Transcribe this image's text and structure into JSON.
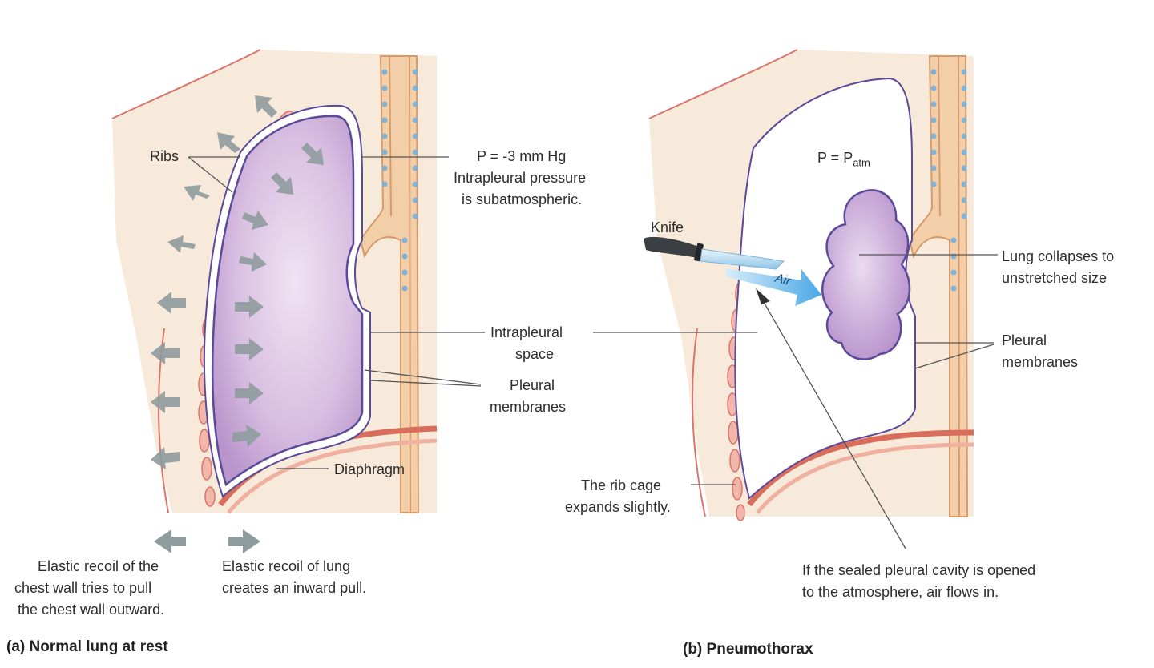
{
  "panel_a": {
    "caption": "(a) Normal lung at rest",
    "labels": {
      "ribs": "Ribs",
      "pressure": "P = -3 mm Hg",
      "pressure_desc_1": "Intrapleural pressure",
      "pressure_desc_2": "is subatmospheric.",
      "space_1": "Intrapleural",
      "space_2": "space",
      "membranes_1": "Pleural",
      "membranes_2": "membranes",
      "diaphragm": "Diaphragm"
    },
    "legend": {
      "chest_wall_1": "Elastic recoil of the",
      "chest_wall_2": "chest wall tries to pull",
      "chest_wall_3": "the chest wall outward.",
      "lung_1": "Elastic recoil of lung",
      "lung_2": "creates an inward pull."
    }
  },
  "panel_b": {
    "caption": "(b) Pneumothorax",
    "labels": {
      "pressure_prefix": "P = P",
      "pressure_sub": "atm",
      "knife": "Knife",
      "air": "Air",
      "collapse_1": "Lung collapses to",
      "collapse_2": "unstretched size",
      "membranes_1": "Pleural",
      "membranes_2": "membranes",
      "rib_cage_1": "The rib cage",
      "rib_cage_2": "expands slightly.",
      "opened_1": "If the sealed pleural cavity is opened",
      "opened_2": "to the atmosphere, air flows in."
    }
  },
  "colors": {
    "lung": "#c9a6d6",
    "lung_outline": "#5a4a9a",
    "tissue": "#f7e8d8",
    "rib": "#e98f86",
    "arrow_gray": "#9aa6a8",
    "air_blue": "#5aaee6",
    "diaphragm": "#d96d5c"
  }
}
